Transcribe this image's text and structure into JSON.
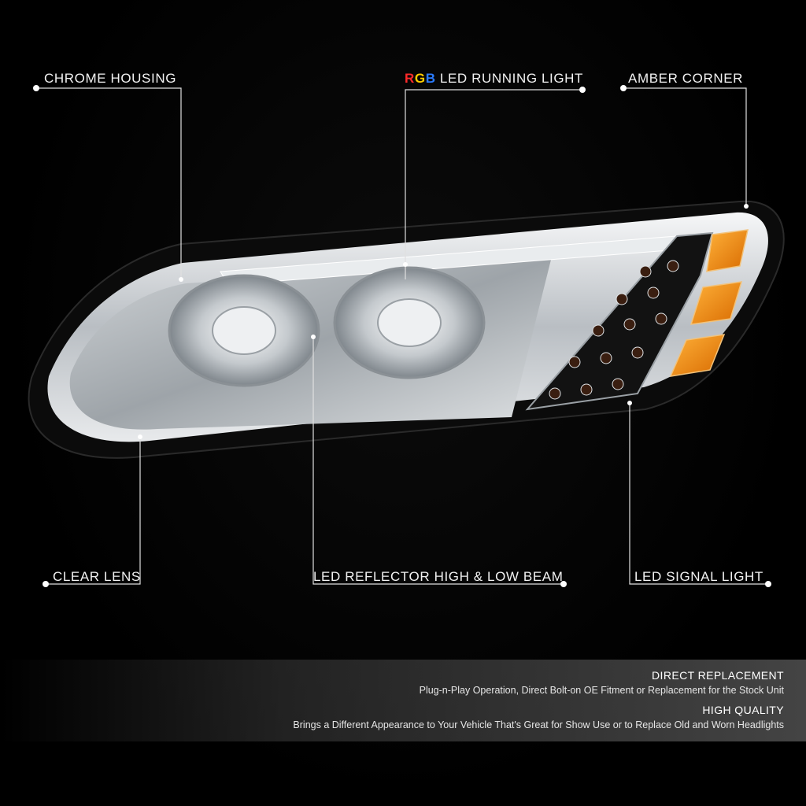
{
  "callouts": {
    "chrome_housing": "CHROME HOUSING",
    "rgb_prefix": {
      "r": "R",
      "g": "G",
      "b": "B"
    },
    "running_light_suffix": " LED RUNNING LIGHT",
    "amber_corner": "AMBER CORNER",
    "clear_lens": "CLEAR LENS",
    "reflector_beam": "LED REFLECTOR HIGH & LOW BEAM",
    "signal_light": "LED SIGNAL LIGHT"
  },
  "features": [
    {
      "title": "DIRECT REPLACEMENT",
      "desc": "Plug-n-Play Operation, Direct Bolt-on OE Fitment or Replacement for the Stock Unit"
    },
    {
      "title": "HIGH QUALITY",
      "desc": "Brings a Different Appearance to Your Vehicle That's Great for Show Use or to Replace Old and Worn Headlights"
    }
  ],
  "colors": {
    "background": "#000000",
    "amber": "#f28a0c",
    "chrome": "#d9dde0",
    "leader_line": "#e0e0e0"
  }
}
